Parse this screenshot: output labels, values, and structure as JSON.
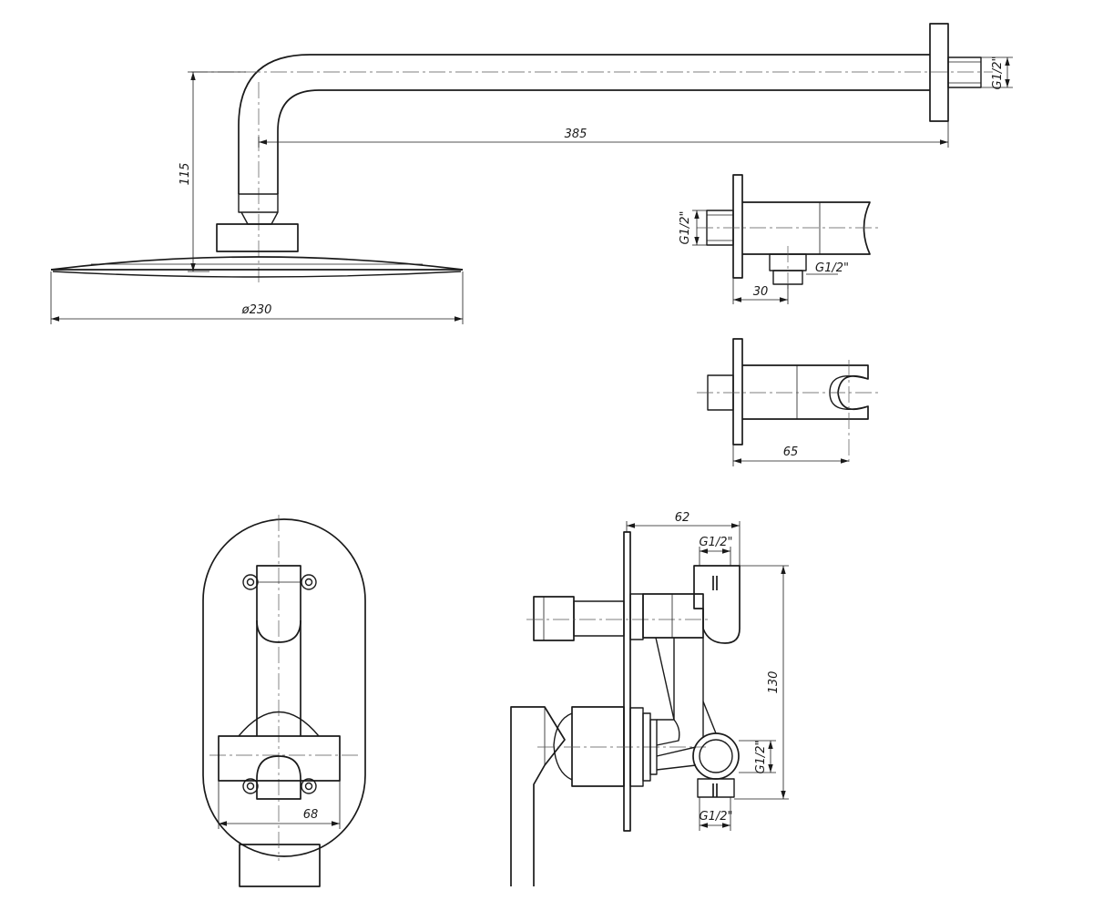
{
  "shower_head": {
    "arm_length": "385",
    "head_height": "115",
    "head_diameter": "ø230",
    "arm_thread": "G1/2\""
  },
  "wall_outlet": {
    "inlet_thread": "G1/2\"",
    "outlet_thread": "G1/2\"",
    "outlet_offset": "30",
    "holder_depth": "65"
  },
  "mixer_front": {
    "width": "68"
  },
  "mixer_side": {
    "depth": "62",
    "top_thread": "G1/2\"",
    "height": "130",
    "side_thread": "G1/2\"",
    "bottom_thread": "G1/2\""
  }
}
